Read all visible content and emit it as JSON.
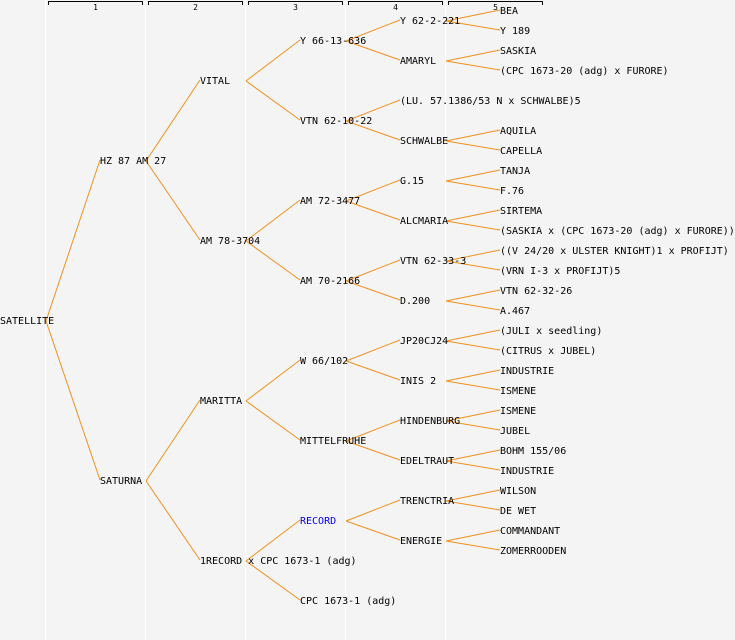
{
  "colors": {
    "line": "#f0901e",
    "link": "#0000ee",
    "background": "#f4f4f4"
  },
  "generations": [
    "1",
    "2",
    "3",
    "4",
    "5"
  ],
  "tree": {
    "label": "SATELLITE",
    "children": [
      {
        "label": "HZ 87 AM 27",
        "children": [
          {
            "label": "VITAL",
            "children": [
              {
                "label": "Y 66-13-636",
                "children": [
                  {
                    "label": "Y 62-2-221",
                    "children": [
                      {
                        "label": "BEA"
                      },
                      {
                        "label": "Y 189"
                      }
                    ]
                  },
                  {
                    "label": "AMARYL",
                    "children": [
                      {
                        "label": "SASKIA"
                      },
                      {
                        "label": "(CPC 1673-20 (adg) x FURORE)"
                      }
                    ]
                  }
                ]
              },
              {
                "label": "VTN 62-10-22",
                "children": [
                  {
                    "label": "(LU. 57.1386/53 N x SCHWALBE)5"
                  },
                  {
                    "label": "SCHWALBE",
                    "children": [
                      {
                        "label": "AQUILA"
                      },
                      {
                        "label": "CAPELLA"
                      }
                    ]
                  }
                ]
              }
            ]
          },
          {
            "label": "AM 78-3704",
            "children": [
              {
                "label": "AM 72-3477",
                "children": [
                  {
                    "label": "G.15",
                    "children": [
                      {
                        "label": "TANJA"
                      },
                      {
                        "label": "F.76"
                      }
                    ]
                  },
                  {
                    "label": "ALCMARIA",
                    "children": [
                      {
                        "label": "SIRTEMA"
                      },
                      {
                        "label": "(SASKIA x (CPC 1673-20 (adg) x FURORE))"
                      }
                    ]
                  }
                ]
              },
              {
                "label": "AM 70-2166",
                "children": [
                  {
                    "label": "VTN 62-33-3",
                    "children": [
                      {
                        "label": "((V 24/20 x ULSTER KNIGHT)1 x PROFIJT)"
                      },
                      {
                        "label": "(VRN I-3 x PROFIJT)5"
                      }
                    ]
                  },
                  {
                    "label": "D.200",
                    "children": [
                      {
                        "label": "VTN 62-32-26"
                      },
                      {
                        "label": "A.467"
                      }
                    ]
                  }
                ]
              }
            ]
          }
        ]
      },
      {
        "label": "SATURNA",
        "children": [
          {
            "label": "MARITTA",
            "children": [
              {
                "label": "W 66/102",
                "children": [
                  {
                    "label": "JP20CJ24",
                    "children": [
                      {
                        "label": "(JULI x seedling)"
                      },
                      {
                        "label": "(CITRUS x JUBEL)"
                      }
                    ]
                  },
                  {
                    "label": "INIS 2",
                    "children": [
                      {
                        "label": "INDUSTRIE"
                      },
                      {
                        "label": "ISMENE"
                      }
                    ]
                  }
                ]
              },
              {
                "label": "MITTELFRUHE",
                "children": [
                  {
                    "label": "HINDENBURG",
                    "children": [
                      {
                        "label": "ISMENE"
                      },
                      {
                        "label": "JUBEL"
                      }
                    ]
                  },
                  {
                    "label": "EDELTRAUT",
                    "children": [
                      {
                        "label": "BOHM 155/06"
                      },
                      {
                        "label": "INDUSTRIE"
                      }
                    ]
                  }
                ]
              }
            ]
          },
          {
            "label": "1RECORD x CPC 1673-1 (adg)",
            "children": [
              {
                "label": "RECORD",
                "link": true,
                "children": [
                  {
                    "label": "TRENCTRIA",
                    "children": [
                      {
                        "label": "WILSON"
                      },
                      {
                        "label": "DE WET"
                      }
                    ]
                  },
                  {
                    "label": "ENERGIE",
                    "children": [
                      {
                        "label": "COMMANDANT"
                      },
                      {
                        "label": "ZOMERROODEN"
                      }
                    ]
                  }
                ]
              },
              {
                "label": "CPC 1673-1 (adg)"
              }
            ]
          }
        ]
      }
    ]
  }
}
